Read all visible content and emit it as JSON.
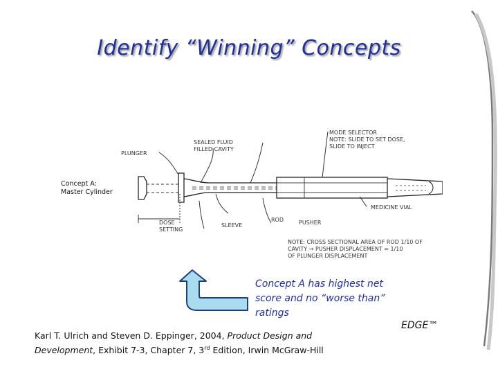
{
  "slide": {
    "title": "Identify “Winning” Concepts"
  },
  "sketch": {
    "concept_label_line1": "Concept A:",
    "concept_label_line2": "Master Cylinder",
    "note_plunger": "PLUNGER",
    "note_sealed": "SEALED FLUID",
    "note_sealed2": "FILLED CAVITY",
    "note_mode1": "MODE SELECTOR",
    "note_mode2": "NOTE: SLIDE TO SET DOSE,",
    "note_mode3": "SLIDE TO INJECT",
    "note_vial": "MEDICINE VIAL",
    "note_dose1": "DOSE",
    "note_dose2": "SETTING",
    "note_sleeve": "SLEEVE",
    "note_rod": "ROD",
    "note_pusher": "PUSHER",
    "note_area1": "NOTE: CROSS SECTIONAL AREA OF ROD 1/10 OF",
    "note_area2": "CAVITY → PUSHER DISPLACEMENT = 1/10",
    "note_area3": "OF PLUNGER DISPLACEMENT"
  },
  "callout": {
    "line1": "Concept A has highest net",
    "line2": "score and no “worse than”",
    "line3": "ratings"
  },
  "citation": {
    "authors": "Karl T. Ulrich and Steven D. Eppinger, 2004, ",
    "book_a": "Product Design and",
    "book_b": "Development",
    "rest1": ", Exhibit 7-3, Chapter 7, 3",
    "sup": "rd",
    "rest2": " Edition, Irwin McGraw-Hill"
  },
  "brand": {
    "label": "EDGE™"
  },
  "colors": {
    "title": "#1f2f9f",
    "callout": "#1e2ea0",
    "arrow_fill": "#a9dcef",
    "arrow_stroke": "#1f3f7a"
  }
}
